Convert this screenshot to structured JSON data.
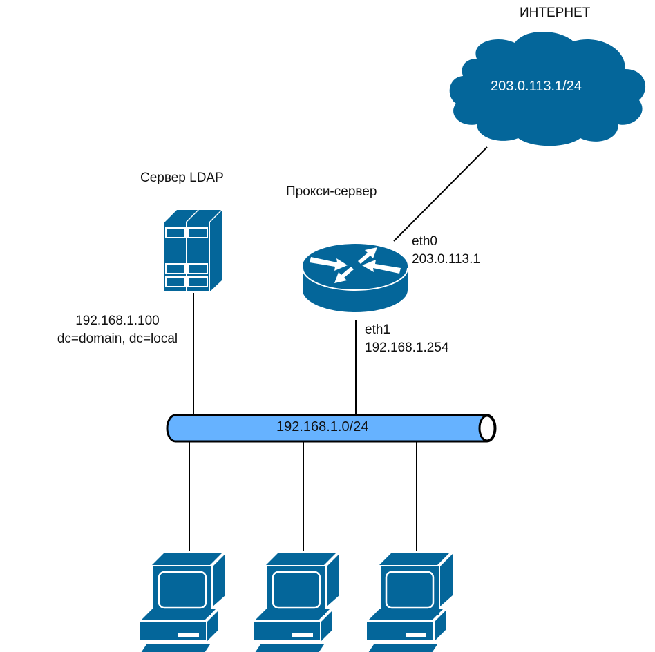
{
  "diagram": {
    "title": "Network topology: LDAP server, proxy server, LAN and Internet",
    "colors": {
      "device_blue": "#04669A",
      "bus_fill": "#66B2FF",
      "line": "#000000",
      "text": "#111111"
    },
    "internet": {
      "label": "ИНТЕРНЕТ",
      "subnet": "203.0.113.1/24",
      "icon": "cloud-icon"
    },
    "ldap_server": {
      "label": "Сервер LDAP",
      "ip": "192.168.1.100",
      "base_dn": "dc=domain, dc=local",
      "icon": "server-icon"
    },
    "proxy_server": {
      "label": "Прокси-сервер",
      "icon": "router-icon",
      "eth0": {
        "name": "eth0",
        "ip": "203.0.113.1"
      },
      "eth1": {
        "name": "eth1",
        "ip": "192.168.1.254"
      }
    },
    "lan": {
      "subnet": "192.168.1.0/24",
      "icon": "network-bus-icon"
    },
    "workstations": [
      {
        "icon": "workstation-icon"
      },
      {
        "icon": "workstation-icon"
      },
      {
        "icon": "workstation-icon"
      }
    ],
    "connections": [
      {
        "from": "internet",
        "to": "proxy_server.eth0"
      },
      {
        "from": "ldap_server",
        "to": "lan"
      },
      {
        "from": "proxy_server.eth1",
        "to": "lan"
      },
      {
        "from": "lan",
        "to": "workstations.0"
      },
      {
        "from": "lan",
        "to": "workstations.1"
      },
      {
        "from": "lan",
        "to": "workstations.2"
      }
    ]
  }
}
